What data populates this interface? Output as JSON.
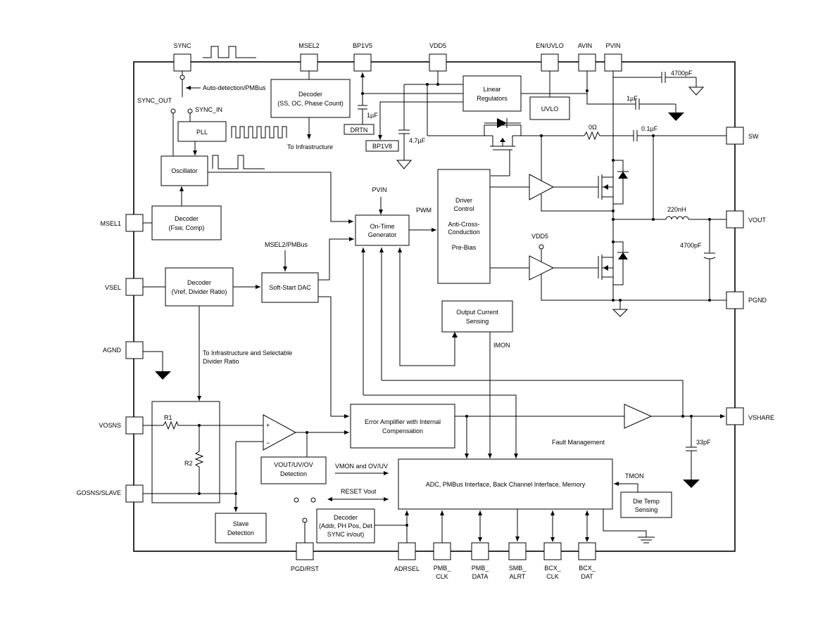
{
  "pins": {
    "sync": "SYNC",
    "msel2": "MSEL2",
    "bp1v5": "BP1V5",
    "vdd5": "VDD5",
    "en_uvlo": "EN/UVLO",
    "avin": "AVIN",
    "pvin": "PVIN",
    "msel1": "MSEL1",
    "vsel": "VSEL",
    "agnd": "AGND",
    "vosns": "VOSNS",
    "gosns_slave": "GOSNS/SLAVE",
    "sw": "SW",
    "vout": "VOUT",
    "pgnd": "PGND",
    "vshare": "VSHARE",
    "pgd_rst": "PGD/RST",
    "adrsel": "ADRSEL",
    "pmb_clk": [
      "PMB_",
      "CLK"
    ],
    "pmb_data": [
      "PMB_",
      "DATA"
    ],
    "smb_alrt": [
      "SMB_",
      "ALRT"
    ],
    "bcx_clk": [
      "BCX_",
      "CLK"
    ],
    "bcx_dat": [
      "BCX_",
      "DAT"
    ]
  },
  "blocks": {
    "decoder_msel2": [
      "Decoder",
      "(SS, OC, Phase Count)"
    ],
    "linear_regulators": [
      "Linear",
      "Regulators"
    ],
    "uvlo": "UVLO",
    "pll": "PLL",
    "oscillator": "Oscillator",
    "decoder_fsw": [
      "Decoder",
      "(Fsw, Comp)"
    ],
    "decoder_vref": [
      "Decoder",
      "(Vref, Divider Ratio)"
    ],
    "soft_start_dac": "Soft-Start DAC",
    "on_time": [
      "On-Time",
      "Generator"
    ],
    "driver": [
      "Driver",
      "Control",
      "Anti-Cross-",
      "Conduction",
      "Pre-Bias"
    ],
    "output_current": [
      "Output Current",
      "Sensing"
    ],
    "error_amp": [
      "Error Amplifier with Internal",
      "Compensation"
    ],
    "vout_detect": [
      "VOUT/UV/OV",
      "Detection"
    ],
    "decoder_addr": [
      "Decoder",
      "(Addr, PH Pos, Det",
      "SYNC in/out)"
    ],
    "adc": "ADC, PMBus Interface, Back Channel Interface, Memory",
    "die_temp": [
      "Die Temp",
      "Sensing"
    ],
    "slave_detect": [
      "Slave",
      "Detection"
    ],
    "drtn": "DRTN",
    "bp1v8": "BP1V8"
  },
  "labels": {
    "auto_detect": "Auto-detection/PMBus",
    "sync_out": "SYNC_OUT",
    "sync_in": "SYNC_IN",
    "to_infra": "To Infrastructure",
    "to_infra_div": [
      "To Infrastructure and Selectable",
      "Divider Ratio"
    ],
    "msel2_pmbus": "MSEL2/PMBus",
    "pvin": "PVIN",
    "pwm": "PWM",
    "vdd5": "VDD5",
    "imon": "IMON",
    "fault_mgmt": "Fault Management",
    "vmon": "VMON and OV/UV",
    "reset_vout": "RESET Vout",
    "tmon": "TMON",
    "r1": "R1",
    "r2": "R2",
    "c_4700pf_top": "4700pF",
    "c_1uf_avin": "1µF",
    "c_1uf_bp": "1µF",
    "c_4_7uf": "4.7µF",
    "r_0ohm": "0Ω",
    "c_0_1uf": "0.1µF",
    "l_220nh": "220nH",
    "c_4700pf_out": "4700pF",
    "c_33pf": "33pF",
    "plus": "+",
    "minus": "−"
  }
}
